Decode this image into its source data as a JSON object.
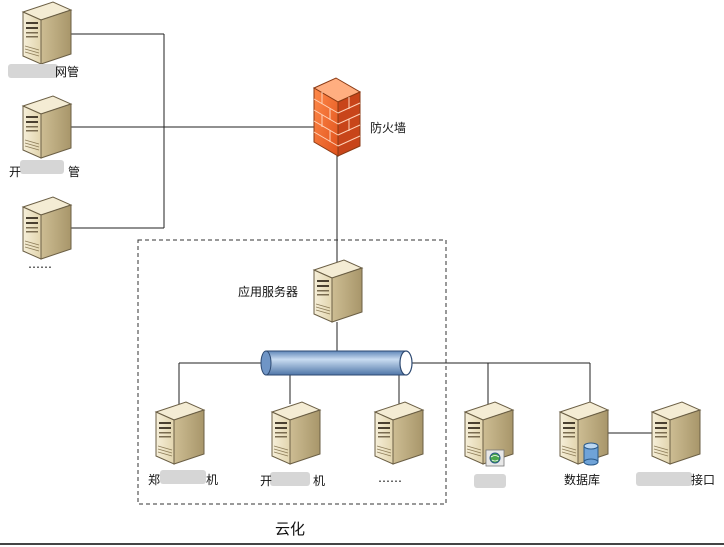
{
  "nodes": {
    "netmgmt_1": {
      "label": "网管"
    },
    "netmgmt_2": {
      "label": "开",
      "label_tail": "管"
    },
    "netmgmt_3": {
      "label": "……"
    },
    "firewall": {
      "label": "防火墙"
    },
    "app_server": {
      "label": "应用服务器"
    },
    "vm_1": {
      "label": "郑",
      "label_tail": "机"
    },
    "vm_2": {
      "label": "开",
      "label_tail": "机"
    },
    "vm_3": {
      "label": "……"
    },
    "web_server": {
      "label": ""
    },
    "database": {
      "label": "数据库"
    },
    "interface_server": {
      "label": "接口"
    }
  },
  "cloud_group": {
    "label": "云化"
  },
  "colors": {
    "server_body": "#eee4c6",
    "server_side": "#c4b48c",
    "firewall_brick": "#ef6a2a",
    "bus_pipe": "#8aaed8",
    "line": "#222222"
  }
}
